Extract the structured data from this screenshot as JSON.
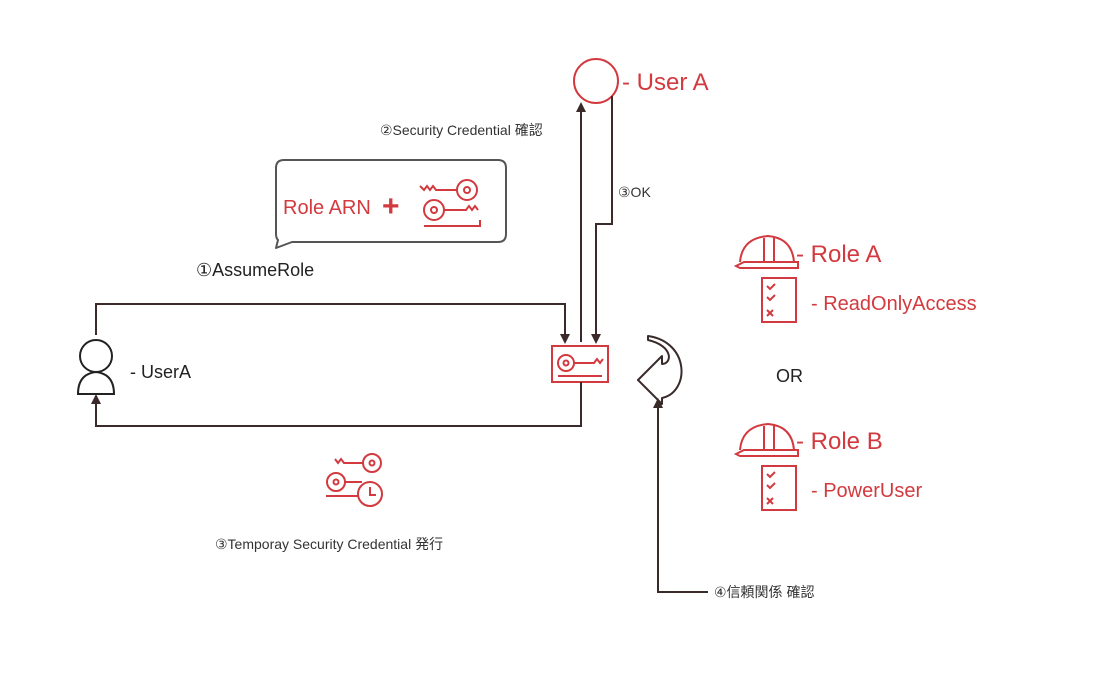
{
  "colors": {
    "accent": "#d23a3f",
    "connector": "#3a2a2a",
    "text": "#222222"
  },
  "labels": {
    "user_a_title": "- User A",
    "security_credential_check": "②Security Credential 確認",
    "ok": "③OK",
    "role_arn": "Role ARN",
    "plus": "+",
    "assume_role": "①AssumeRole",
    "user_left": "- UserA",
    "temporary_credential_issue": "③Temporay Security Credential 発行",
    "trust_relationship_check": "④信頼関係 確認",
    "role_a": "- Role A",
    "role_a_policy": "- ReadOnlyAccess",
    "or": "OR",
    "role_b": "- Role B",
    "role_b_policy": "- PowerUser"
  },
  "icons": {
    "user_a": "user-circle-icon",
    "user_left": "user-person-icon",
    "keys": "keys-icon",
    "sts": "key-card-icon",
    "temp_keys": "temporary-keys-clock-icon",
    "trust_loop": "curved-arrow-icon",
    "role": "hard-hat-icon",
    "policy": "checklist-icon"
  }
}
